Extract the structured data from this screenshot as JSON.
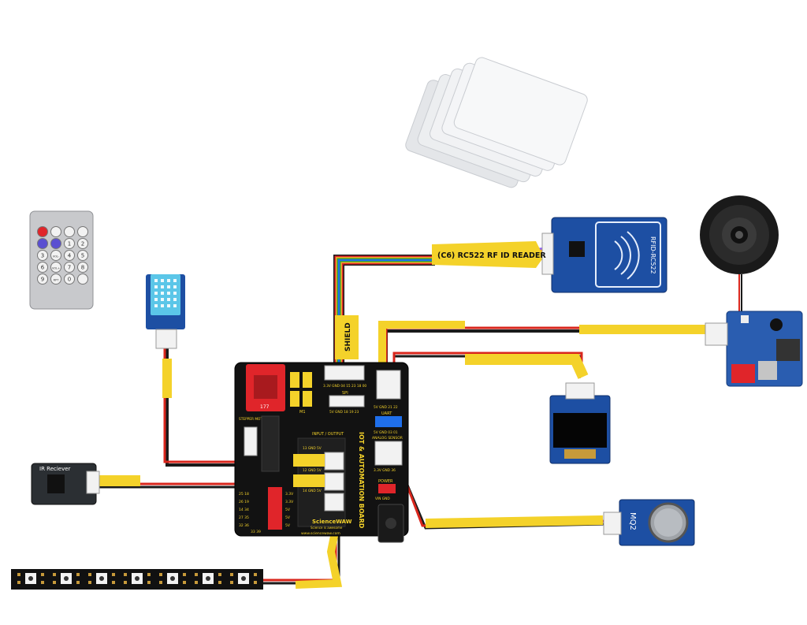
{
  "board": {
    "title": "IOT & AUTOMATION BOARD",
    "brand": "ScienceWAW",
    "tagline": "Science is awesome",
    "url": "www.sciencewaw.com",
    "headers": {
      "shield": "SHIELD",
      "spi": "SPI",
      "uart": "UART",
      "analog": "ANALOG SENSOR",
      "io": "INPUT / OUTPUT",
      "power": "POWER",
      "stepper": "STEPPER MOTOR",
      "m": "M1"
    },
    "pins": {
      "shield_row": "3.3V GND 04 15 23 18 00",
      "spi_row": "5V GND 18 19 23",
      "i2c_row": "5V GND 21 22",
      "uart_row": "5V GND 03 01",
      "analog_row": "3.3V GND 36",
      "vin_gnd": "VIN GND",
      "io_row1": "13 GND 5V",
      "io_row2": "12 GND 5V",
      "io_row3": "14 GND 5V",
      "bottom_row": "33 39",
      "left_rows": [
        "25 18",
        "26 19",
        "14 34",
        "27 35",
        "32 36"
      ],
      "rail_labels": [
        "3.3V",
        "3.3V",
        "5V",
        "5V",
        "5V"
      ]
    },
    "driver_label": "177"
  },
  "rfid": {
    "cable_label": "(C6) RC522 RF ID READER",
    "module_label": "RFID-RC522"
  },
  "ir_receiver": {
    "label": "IR Reciever"
  },
  "mq2": {
    "label": "MQ2"
  },
  "remote": {
    "buttons": [
      "",
      "",
      "",
      "",
      "",
      "",
      "1",
      "2",
      "3",
      "VOL-",
      "4",
      "5",
      "6",
      "VOL+",
      "7",
      "8",
      "9",
      "RPT",
      "0",
      ""
    ]
  },
  "colors": {
    "cable_yellow": "#f4d22a",
    "wire_red": "#d9261c",
    "wire_black": "#1a1a1a",
    "board": "#121212",
    "pcb_blue": "#1d4fa3",
    "connector_white": "#f2f2f2",
    "driver_red": "#e0252a"
  }
}
